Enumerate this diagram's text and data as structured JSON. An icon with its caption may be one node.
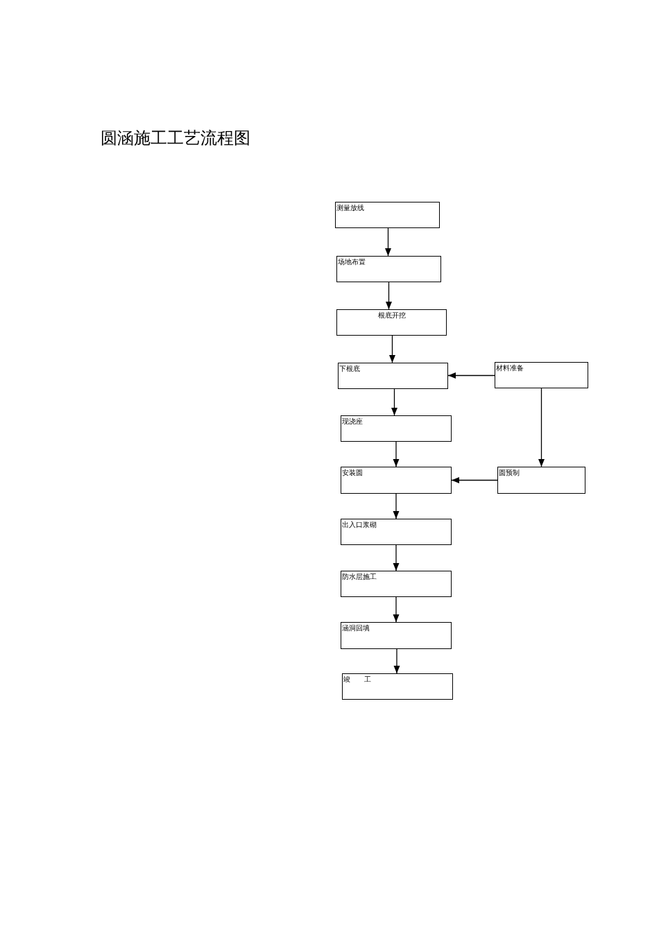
{
  "diagram": {
    "title": "圆涵施工工艺流程图",
    "nodes": [
      {
        "text": [
          "测量放线"
        ]
      },
      {
        "text": [
          "场地布置"
        ]
      },
      {
        "text": [
          "根底开挖"
        ]
      },
      {
        "text": [
          "下根底"
        ]
      },
      {
        "text": [
          "材料准备"
        ]
      },
      {
        "text": [
          "现浇座"
        ]
      },
      {
        "text": [
          "安装圆"
        ]
      },
      {
        "text": [
          "圆预制"
        ]
      },
      {
        "text": [
          "出入口浆砌"
        ]
      },
      {
        "text": [
          "防水层施工"
        ]
      },
      {
        "text": [
          "涵洞回填"
        ]
      },
      {
        "text": [
          "竣　　工"
        ]
      }
    ],
    "edges": [
      {
        "from": 0,
        "to": 1,
        "arrow": "to"
      },
      {
        "from": 1,
        "to": 2,
        "arrow": "to"
      },
      {
        "from": 2,
        "to": 3,
        "arrow": "to"
      },
      {
        "from": 4,
        "to": 3,
        "arrow": "to"
      },
      {
        "from": 3,
        "to": 5,
        "arrow": "to"
      },
      {
        "from": 4,
        "to": 7,
        "arrow": "to"
      },
      {
        "from": 7,
        "to": 6,
        "arrow": "to"
      },
      {
        "from": 5,
        "to": 6,
        "arrow": "to"
      },
      {
        "from": 6,
        "to": 8,
        "arrow": "to"
      },
      {
        "from": 8,
        "to": 9,
        "arrow": "to"
      },
      {
        "from": 9,
        "to": 10,
        "arrow": "to"
      },
      {
        "from": 10,
        "to": 11,
        "arrow": "to"
      }
    ]
  }
}
